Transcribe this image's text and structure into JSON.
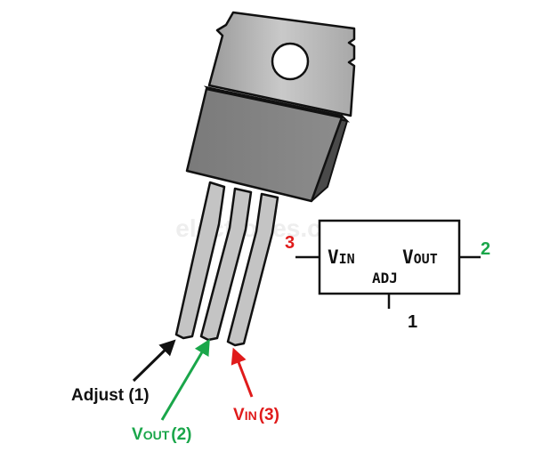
{
  "watermark": "electrobes.com",
  "symbol": {
    "vin_main": "V",
    "vin_sub": "IN",
    "vout_main": "V",
    "vout_sub": "OUT",
    "adj": "ADJ",
    "pin_left": "3",
    "pin_right": "2",
    "pin_bottom": "1"
  },
  "callouts": {
    "adjust": "Adjust (1)",
    "vout_main": "V",
    "vout_sub": "OUT",
    "vout_pin": "(2)",
    "vin_main": "V",
    "vin_sub": "IN",
    "vin_pin": "(3)"
  },
  "colors": {
    "green": "#1aa64a",
    "red": "#e01b1b",
    "black": "#111111"
  }
}
